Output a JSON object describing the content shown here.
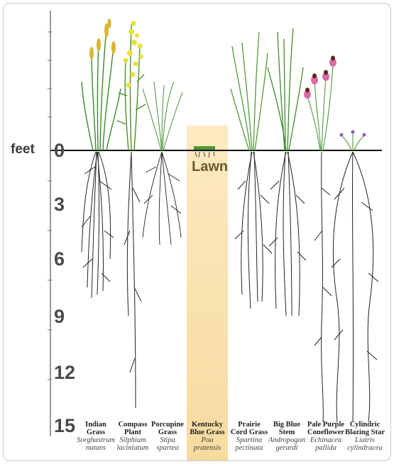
{
  "axis": {
    "unit_label": "feet",
    "ticks": [
      "0",
      "3",
      "6",
      "9",
      "12",
      "15"
    ]
  },
  "lawn_label": "Lawn",
  "plants": [
    {
      "common_1": "Indian",
      "common_2": "Grass",
      "latin_1": "Sorghastrum",
      "latin_2": "nutans"
    },
    {
      "common_1": "Compass",
      "common_2": "Plant",
      "latin_1": "Silphium",
      "latin_2": "laciniatum"
    },
    {
      "common_1": "Porcupine",
      "common_2": "Grass",
      "latin_1": "Stipa",
      "latin_2": "spartea"
    },
    {
      "common_1": "Kentucky",
      "common_2": "Blue Grass",
      "latin_1": "Poa",
      "latin_2": "pratensis"
    },
    {
      "common_1": "Prairie",
      "common_2": "Cord Grass",
      "latin_1": "Spartina",
      "latin_2": "pectinata"
    },
    {
      "common_1": "Big Blue",
      "common_2": "Stem",
      "latin_1": "Andropogon",
      "latin_2": "gerardi"
    },
    {
      "common_1": "Pale Purple",
      "common_2": "Coneflower",
      "latin_1": "Echinacea",
      "latin_2": "pallida"
    },
    {
      "common_1": "Cylindric",
      "common_2": "Blazing Star",
      "latin_1": "Liatris",
      "latin_2": "cylindracea"
    }
  ]
}
